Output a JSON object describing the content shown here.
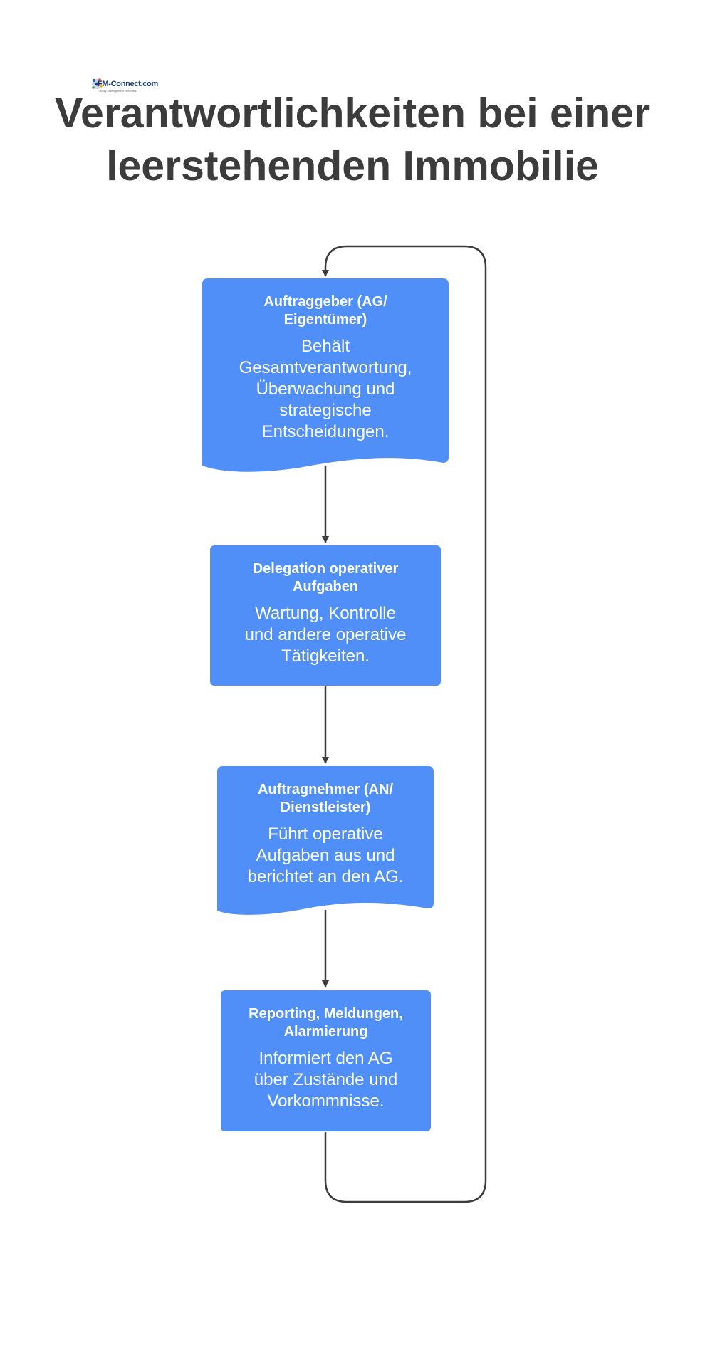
{
  "logo": {
    "text": "FM-Connect.com",
    "tagline": "Facility Management Netzwerk"
  },
  "title": {
    "line1": "Verantwortlichkeiten bei einer",
    "line2": "leerstehenden Immobilie"
  },
  "colors": {
    "box": "#4f8ff7",
    "line": "#3c3c3c",
    "title": "#3c3c3c",
    "box_text": "#ffffff"
  },
  "nodes": [
    {
      "title_line1": "Auftraggeber (AG/",
      "title_line2": "Eigentümer)",
      "body": [
        "Behält",
        "Gesamtverantwortung,",
        "Überwachung und",
        "strategische",
        "Entscheidungen."
      ]
    },
    {
      "title_line1": "Delegation operativer",
      "title_line2": "Aufgaben",
      "body": [
        "Wartung, Kontrolle",
        "und andere operative",
        "Tätigkeiten."
      ]
    },
    {
      "title_line1": "Auftragnehmer (AN/",
      "title_line2": "Dienstleister)",
      "body": [
        "Führt operative",
        "Aufgaben aus und",
        "berichtet an den AG."
      ]
    },
    {
      "title_line1": "Reporting, Meldungen,",
      "title_line2": "Alarmierung",
      "body": [
        "Informiert den AG",
        "über Zustände und",
        "Vorkommnisse."
      ]
    }
  ]
}
